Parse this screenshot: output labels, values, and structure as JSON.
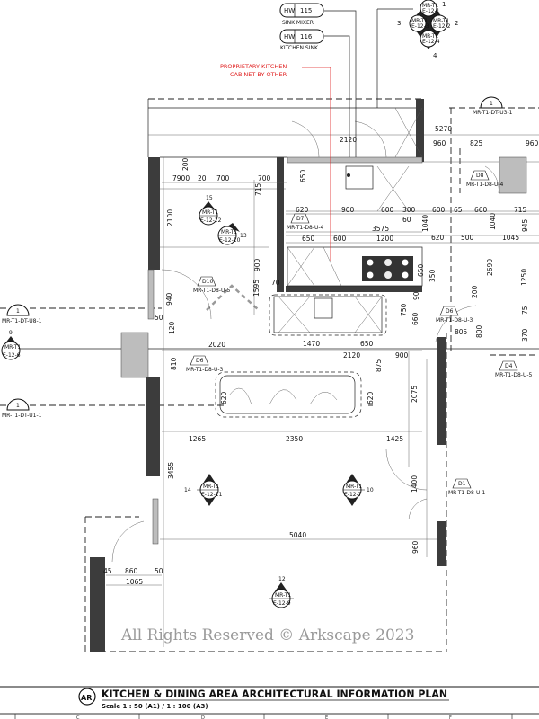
{
  "title_block": {
    "badge": "AR",
    "title": "KITCHEN & DINING AREA ARCHITECTURAL INFORMATION PLAN",
    "scale": "Scale 1 : 50 (A1) / 1 : 100 (A3)",
    "grid_letters": [
      "C",
      "D",
      "E",
      "F"
    ]
  },
  "hardware_tags": [
    {
      "prefix": "HW",
      "number": "115",
      "label": "SINK MIXER"
    },
    {
      "prefix": "HW",
      "number": "116",
      "label": "KITCHEN SINK"
    }
  ],
  "note": {
    "line1": "PROPRIETARY KITCHEN",
    "line2": "CABINET BY OTHER",
    "color": "#e02020"
  },
  "door_tags": [
    {
      "id": "D7",
      "ref": "MR-T1-D8-U-4"
    },
    {
      "id": "D8",
      "ref": "MR-T1-D8-U-4"
    },
    {
      "id": "D10",
      "ref": "MR-T1-D8-U-5"
    },
    {
      "id": "D6",
      "ref": "MR-T1-D8-U-3"
    },
    {
      "id": "D6",
      "ref": "MR-T1-D8-U-3"
    },
    {
      "id": "D4",
      "ref": "MR-T1-D8-U-5"
    },
    {
      "id": "D1",
      "ref": "MR-T1-D8-U-1"
    }
  ],
  "detail_markers": [
    {
      "num": "1",
      "ref": "MR-T1-DT-U8-1"
    },
    {
      "num": "1",
      "ref": "MR-T1-DT-U1-1"
    },
    {
      "num": "1",
      "ref": "MR-T1-DT-U3-1"
    }
  ],
  "elevation_markers": [
    {
      "num": "15",
      "ref1": "MR-T1",
      "ref2": "E-12-12"
    },
    {
      "num": "13",
      "ref1": "MR-T1",
      "ref2": "E-12-10"
    },
    {
      "num": "14",
      "ref1": "MR-T1",
      "ref2": "E-12-11"
    },
    {
      "num": "10",
      "ref1": "MR-T1",
      "ref2": "E-12-7"
    },
    {
      "num": "12",
      "ref1": "MR-T1",
      "ref2": "E-12-9"
    },
    {
      "num": "9",
      "ref1": "MR-T1",
      "ref2": "E-12-6"
    }
  ],
  "multi_elevation": {
    "nums": [
      "1",
      "2",
      "3",
      "4"
    ],
    "refs": [
      "E-12-1",
      "E-12-2",
      "E-12-3",
      "E-12-4"
    ],
    "prefix": "MR-T1"
  },
  "dimensions": [
    "2120",
    "5270",
    "960",
    "825",
    "960",
    "7900",
    "20",
    "700",
    "700",
    "200",
    "715",
    "650",
    "620",
    "900",
    "600",
    "300",
    "600",
    "65",
    "660",
    "715",
    "60",
    "3575",
    "650",
    "600",
    "1200",
    "620",
    "500",
    "1045",
    "2100",
    "900",
    "1595",
    "70",
    "1040",
    "1040",
    "945",
    "650",
    "350",
    "2690",
    "1250",
    "200",
    "940",
    "50",
    "120",
    "2020",
    "1470",
    "650",
    "2120",
    "900",
    "810",
    "875",
    "90",
    "750",
    "660",
    "800",
    "805",
    "75",
    "370",
    "620",
    "620",
    "2075",
    "1265",
    "2350",
    "1425",
    "3455",
    "1400",
    "5040",
    "960",
    "45",
    "860",
    "50",
    "1065"
  ],
  "watermark": "All Rights Reserved © Arkscape 2023"
}
